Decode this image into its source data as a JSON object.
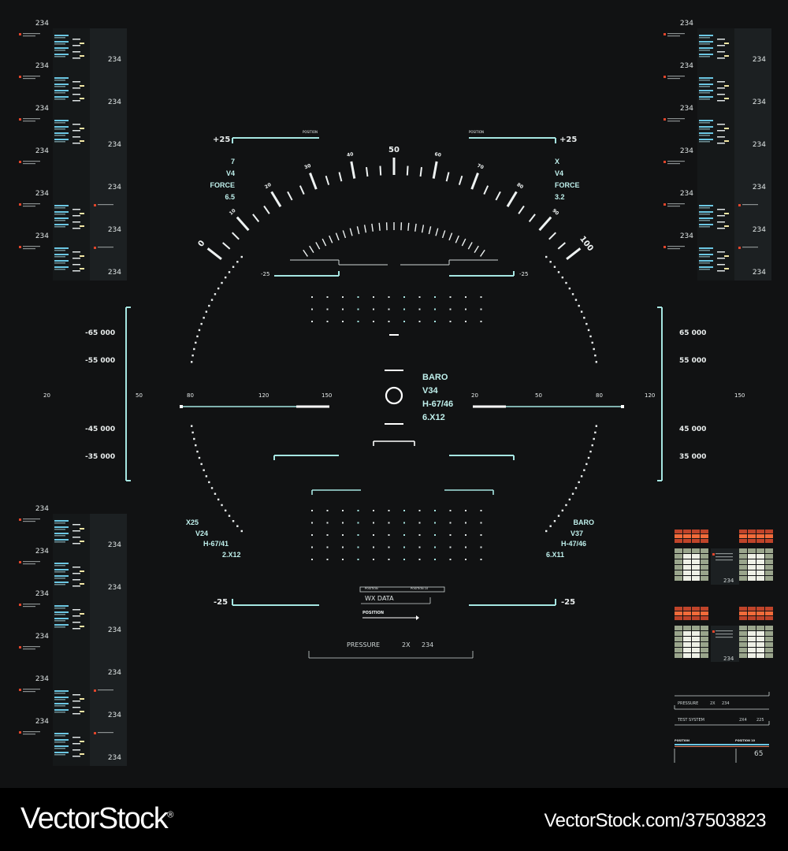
{
  "colors": {
    "background": "#111213",
    "accent": "#a6e6e2",
    "panel": "#1c2022",
    "warning": "#e04a2a",
    "amber": "#f3e7a4",
    "cyan": "#6cc7e3",
    "signal_red": "#e0452b"
  },
  "side_panel": {
    "value": "234",
    "small_label": "POSITION"
  },
  "top_scale": {
    "ticks": [
      "0",
      "10",
      "20",
      "30",
      "40",
      "50",
      "60",
      "70",
      "80",
      "90",
      "100"
    ]
  },
  "brackets": {
    "top_left": "+25",
    "top_right": "+25",
    "top_label": "POSITION",
    "mid_left": "-25",
    "mid_right": "-25",
    "bottom_left": "-25",
    "bottom_right": "-25"
  },
  "readout_top_left": [
    "7",
    "V4",
    "FORCE",
    "6.5"
  ],
  "readout_top_right": [
    "X",
    "V4",
    "FORCE",
    "3.2"
  ],
  "readout_center": [
    "BARO",
    "V34",
    "H-67/46",
    "6.X12"
  ],
  "readout_bottom_left": [
    "X25",
    "V24",
    "H-67/41",
    "2.X12"
  ],
  "readout_bottom_right": [
    "BARO",
    "V37",
    "H-47/46",
    "6.X11"
  ],
  "altitude_left": [
    "-65 000",
    "-55 000",
    "-45 000",
    "-35 000"
  ],
  "altitude_right": [
    "65 000",
    "55 000",
    "45 000",
    "35 000"
  ],
  "horizon_left_scale": [
    "20",
    "50",
    "80",
    "120",
    "150"
  ],
  "horizon_right_scale": [
    "20",
    "50",
    "80",
    "120",
    "150"
  ],
  "center_panel": {
    "position_left": "POSITION",
    "position_right": "POSITION 10",
    "wx": "WX DATA",
    "position": "POSITION",
    "pressure_label": "PRESSURE",
    "pressure_mult": "2X",
    "pressure_value": "234"
  },
  "right_module": {
    "value": "234",
    "pressure_label": "PRESSURE",
    "pressure_mult": "2X",
    "pressure_value": "234",
    "test_label": "TEST SYSTEM",
    "test_code": "2X4",
    "test_value": "225",
    "position_label": "POSITION",
    "position_10": "POSITION 10",
    "level": "65"
  },
  "watermark": {
    "brand": "VectorStock",
    "registered": "®",
    "stock_id": "VectorStock.com/37503823"
  }
}
